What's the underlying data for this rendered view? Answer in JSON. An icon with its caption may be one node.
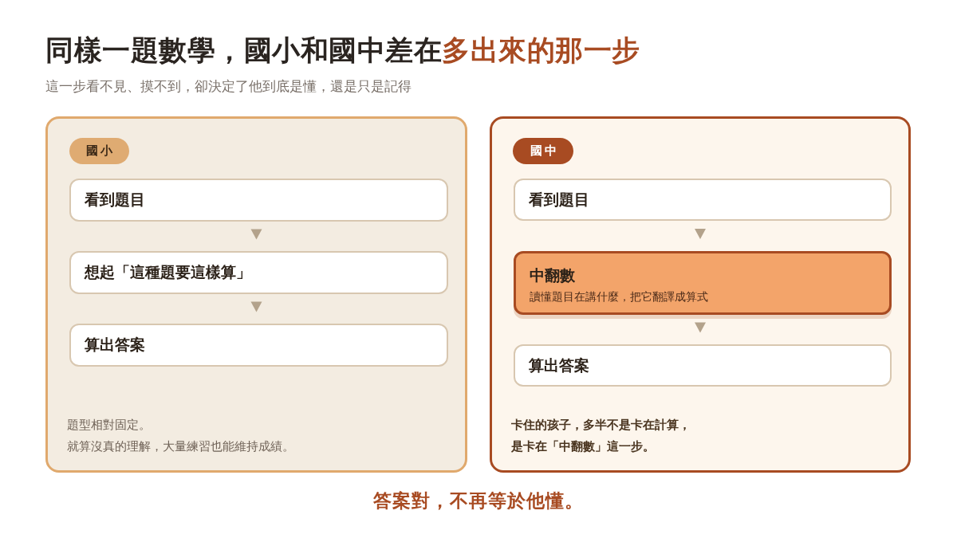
{
  "diagram": {
    "title": "同樣一題數學，國小和國中差在**多出來的那一步**",
    "caption": "答案對，不再等於他懂。",
    "nodes": [
      {
        "text": [
          "題型相對固定。",
          "就算沒真的理解，大量練習也能維持成績。"
        ]
      },
      {
        "text": [
          "國小"
        ],
        "in": 0
      },
      {
        "text": [
          "看到題目"
        ],
        "in": 0
      },
      {
        "text": [
          "想起「這種題要這樣算」"
        ],
        "in": 0
      },
      {
        "text": [
          "算出答案"
        ],
        "in": 0
      },
      {
        "text": [
          "卡住的孩子，多半不是卡在計算，",
          "是卡在「中翻數」這一步。"
        ]
      },
      {
        "text": [
          "國中"
        ],
        "in": 5
      },
      {
        "text": [
          "看到題目"
        ],
        "in": 5
      },
      {
        "text": [
          "中翻數",
          "讀懂題目在講什麼，把它翻譯成算式"
        ],
        "in": 5
      },
      {
        "text": [
          "算出答案"
        ],
        "in": 5
      }
    ],
    "edges": [
      {
        "from": 2,
        "to": 3,
        "arrow": "to"
      },
      {
        "from": 3,
        "to": 4,
        "arrow": "to"
      },
      {
        "from": 7,
        "to": 8,
        "arrow": "to"
      },
      {
        "from": 8,
        "to": 9,
        "arrow": "to"
      }
    ],
    "labels": [
      "這一步看不見、摸不到，卻決定了他到底是懂，還是只是記得"
    ]
  }
}
